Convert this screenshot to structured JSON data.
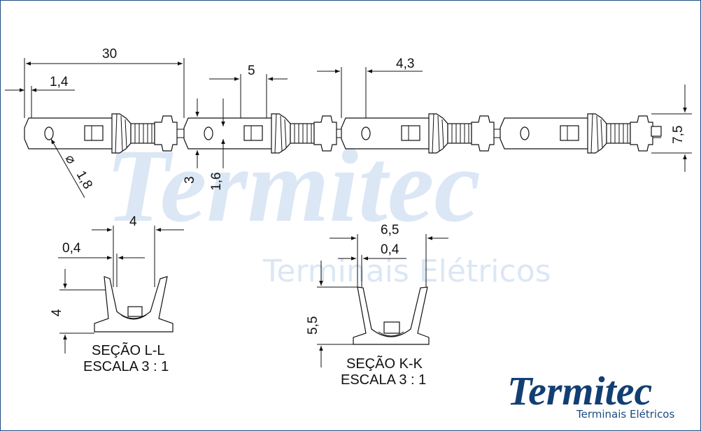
{
  "watermark": {
    "brand": "Termitec",
    "tagline": "Terminais Elétricos"
  },
  "logo": {
    "brand": "Termitec",
    "tagline": "Terminais Elétricos"
  },
  "dimensions": {
    "overall_length": "30",
    "offset": "1,4",
    "pitch": "5",
    "pitch_gap": "4,3",
    "height": "7,5",
    "hole_diameter": "1,8",
    "tab_width": "3",
    "tab_thickness": "1,6"
  },
  "section_ll": {
    "title": "SEÇÃO L-L",
    "scale": "ESCALA 3 : 1",
    "width": "4",
    "wall": "0,4",
    "height": "4"
  },
  "section_kk": {
    "title": "SEÇÃO K-K",
    "scale": "ESCALA 3 : 1",
    "width": "6,5",
    "wall": "0,4",
    "height": "5,5"
  },
  "colors": {
    "border": "#1f4f86",
    "logo": "#123f73",
    "watermark": "#dbe7f5",
    "line": "#111111"
  }
}
